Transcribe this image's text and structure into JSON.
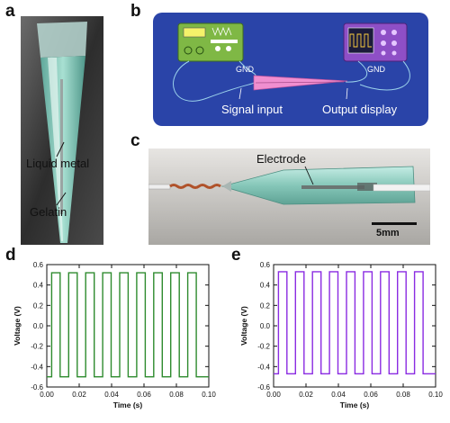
{
  "panels": {
    "a": {
      "letter": "a",
      "labels": {
        "liquid_metal": "Liquid metal",
        "gelatin": "Gelatin"
      }
    },
    "b": {
      "letter": "b",
      "gnd_left": "GND",
      "gnd_right": "GND",
      "signal_input": "Signal input",
      "output_display": "Output  display",
      "colors": {
        "background": "#2a44a8",
        "probe": "#f08fd0",
        "generator": "#7fb845",
        "oscilloscope": "#8e4fc6"
      }
    },
    "c": {
      "letter": "c",
      "electrode": "Electrode",
      "scale_bar": "5mm"
    },
    "d": {
      "letter": "d"
    },
    "e": {
      "letter": "e"
    }
  },
  "chart_data": [
    {
      "id": "d",
      "type": "line",
      "xlabel": "Time (s)",
      "ylabel": "Voltage (V)",
      "xlim": [
        0.0,
        0.1
      ],
      "ylim": [
        -0.6,
        0.6
      ],
      "xticks": [
        "0.00",
        "0.02",
        "0.04",
        "0.06",
        "0.08",
        "0.10"
      ],
      "yticks": [
        "-0.6",
        "-0.4",
        "-0.2",
        "0.0",
        "0.2",
        "0.4",
        "0.6"
      ],
      "color": "#2e8b2e",
      "series": [
        {
          "high": 0.52,
          "low": -0.5,
          "period": 0.0105,
          "duty": 0.5,
          "first_rise": 0.003,
          "x_end": 0.097
        }
      ]
    },
    {
      "id": "e",
      "type": "line",
      "xlabel": "Time (s)",
      "ylabel": "Voltage (V)",
      "xlim": [
        0.0,
        0.1
      ],
      "ylim": [
        -0.6,
        0.6
      ],
      "xticks": [
        "0.00",
        "0.02",
        "0.04",
        "0.06",
        "0.08",
        "0.10"
      ],
      "yticks": [
        "-0.6",
        "-0.4",
        "-0.2",
        "0.0",
        "0.2",
        "0.4",
        "0.6"
      ],
      "color": "#8a2be2",
      "series": [
        {
          "high": 0.53,
          "low": -0.47,
          "period": 0.0105,
          "duty": 0.5,
          "first_rise": 0.003,
          "x_end": 0.097
        }
      ]
    }
  ]
}
